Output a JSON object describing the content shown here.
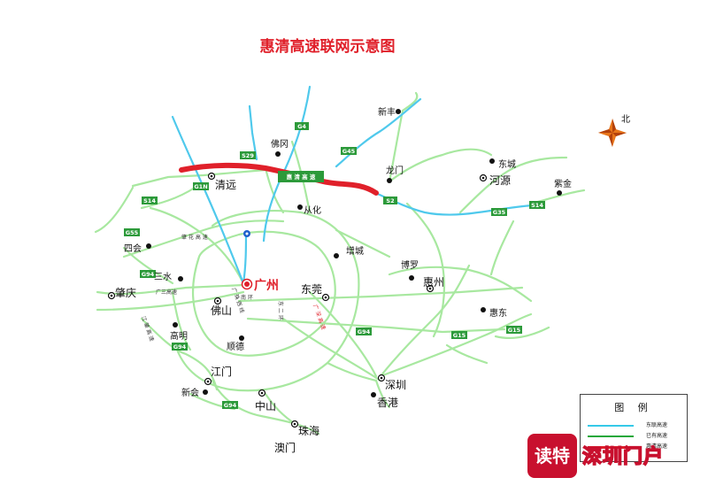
{
  "title": "惠清高速联网示意图",
  "compass_label": "北",
  "cities": {
    "xinfeng": "新丰",
    "fogang": "佛冈",
    "qingyuan": "清远",
    "conghua": "从化",
    "longmen": "龙门",
    "dongcheng": "东城",
    "heyuan": "河源",
    "zijin": "紫金",
    "sihui": "四会",
    "zengcheng": "增城",
    "sanshui": "三水",
    "zhaoqing": "肇庆",
    "guangzhou": "广州",
    "dongguan": "东莞",
    "boluo": "博罗",
    "huizhou": "惠州",
    "huidong": "惠东",
    "foshan": "佛山",
    "gaoming": "高明",
    "shunde": "顺德",
    "jiangmen": "江门",
    "xinhui": "新会",
    "zhongshan": "中山",
    "shenzhen": "深圳",
    "hongkong": "香港",
    "zhuhai": "珠海",
    "macao": "澳门"
  },
  "minor_labels": {
    "zhaohua": "肇 花 高 速",
    "guangsan": "广三高速",
    "jiangzhao": "江 肇 高 速",
    "nanhuan": "南 环",
    "guangzhuxi": "广 珠 西 线",
    "dongerhuan": "东 二 环",
    "guangshen": "广 深 高 速"
  },
  "routes": {
    "G4": "G4",
    "G45": "G45",
    "S2": "S2",
    "G35": "G35",
    "S14a": "S14",
    "S14b": "S14",
    "G55": "G55",
    "G94a": "G94",
    "G94b": "G94",
    "G94c": "G94",
    "G94d": "G94",
    "G15a": "G15",
    "G15b": "G15",
    "S29": "S29",
    "G1N": "G1N"
  },
  "huiqing_label": "惠 清 高 速",
  "legend": {
    "title": "图 例",
    "items": [
      {
        "label": "东联高速",
        "color": "#35c9e8"
      },
      {
        "label": "已有高速",
        "color": "#1fa83a"
      },
      {
        "label": "惠清高速",
        "color": "#e0202a"
      }
    ]
  },
  "brand": {
    "logo": "读特",
    "name": "深圳门户"
  },
  "colors": {
    "existing_road": "#a8e8a0",
    "connecting_road": "#4fc9ec",
    "huiqing_road": "#e0202a",
    "badge": "#2c9a3a"
  }
}
